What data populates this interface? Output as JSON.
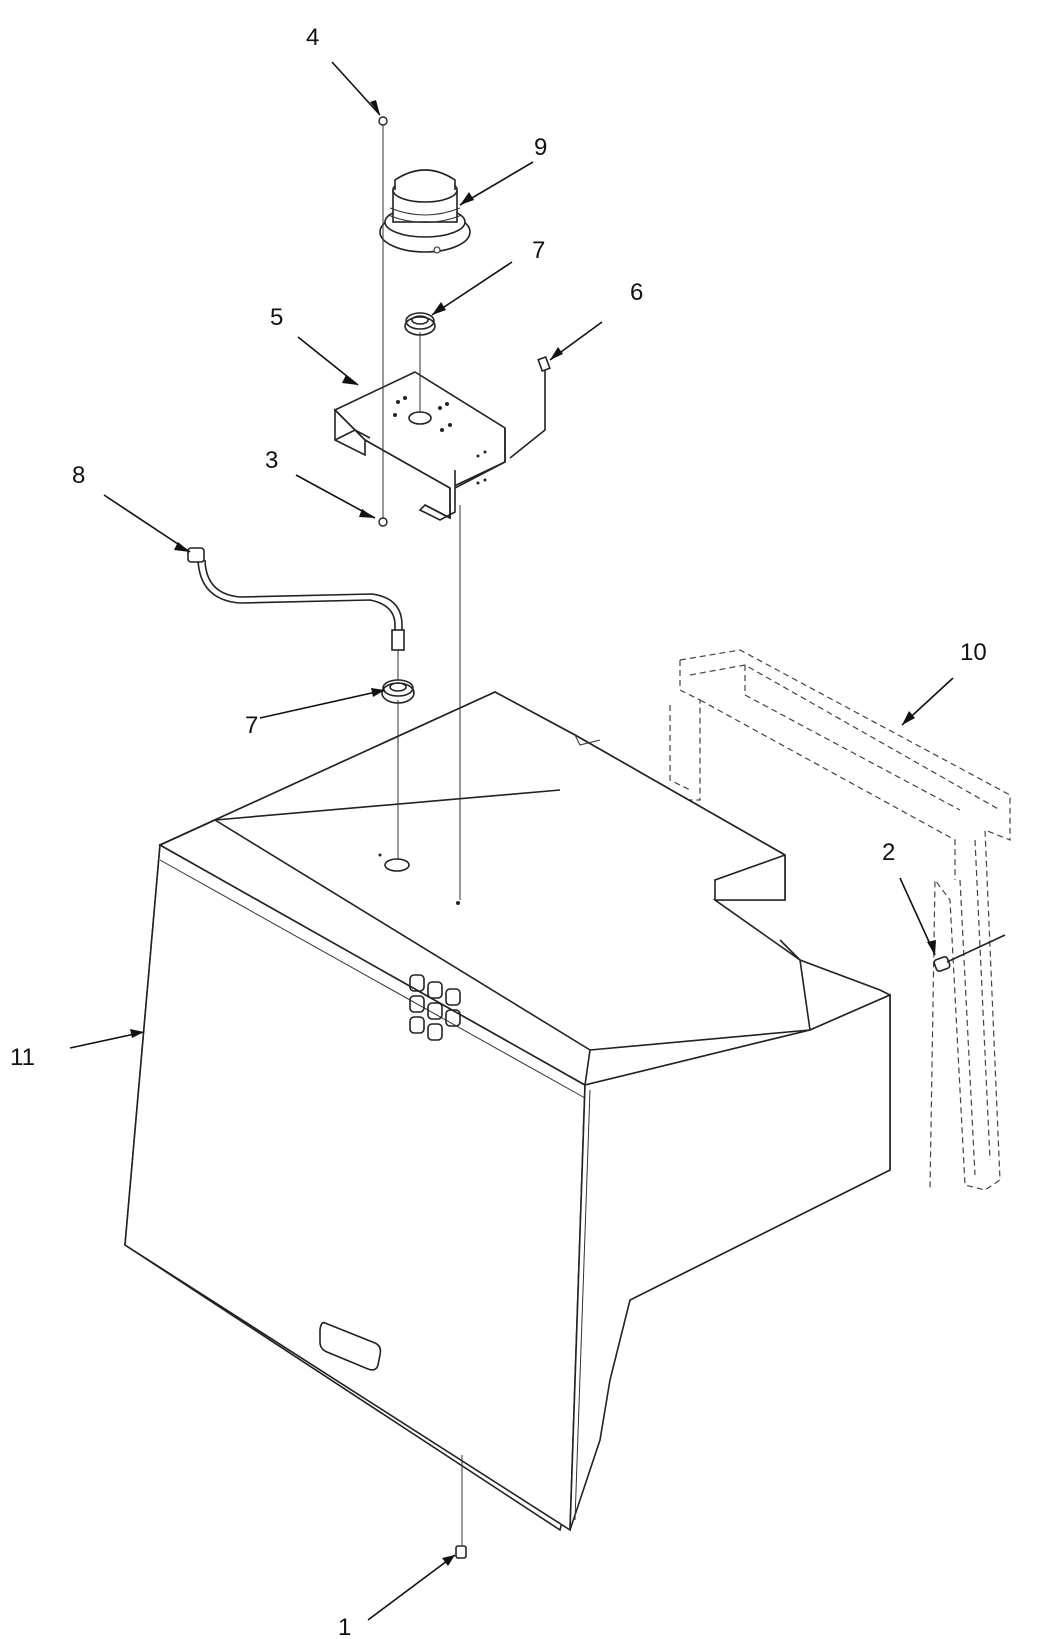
{
  "callouts": [
    {
      "id": "callout-1",
      "text": "1"
    },
    {
      "id": "callout-2",
      "text": "2"
    },
    {
      "id": "callout-3",
      "text": "3"
    },
    {
      "id": "callout-4",
      "text": "4"
    },
    {
      "id": "callout-5",
      "text": "5"
    },
    {
      "id": "callout-6",
      "text": "6"
    },
    {
      "id": "callout-7a",
      "text": "7"
    },
    {
      "id": "callout-7b",
      "text": "7"
    },
    {
      "id": "callout-8",
      "text": "8"
    },
    {
      "id": "callout-9",
      "text": "9"
    },
    {
      "id": "callout-10",
      "text": "10"
    },
    {
      "id": "callout-11",
      "text": "11"
    }
  ]
}
